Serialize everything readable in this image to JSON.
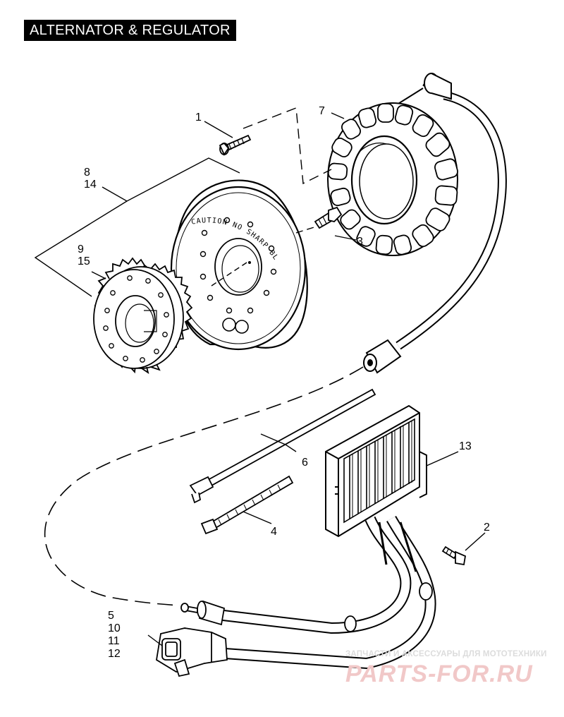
{
  "header": {
    "title": "ALTERNATOR & REGULATOR"
  },
  "rotor_text": "CAUTION NO SHARP BLOWS",
  "callouts": {
    "c1": "1",
    "c2": "2",
    "c3": "3",
    "c4": "4",
    "c5": "5",
    "c6": "6",
    "c7": "7",
    "c8": "8",
    "c9": "9",
    "c10": "10",
    "c11": "11",
    "c12": "12",
    "c13": "13",
    "c14": "14",
    "c15": "15"
  },
  "watermark": {
    "tagline": "ЗАПЧАСТИ И АКСЕССУАРЫ ДЛЯ МОТОТЕХНИКИ",
    "logo": "PARTS-FOR.RU"
  },
  "colors": {
    "ink": "#000000",
    "paper": "#ffffff",
    "watermark": "#f1c8c8"
  }
}
